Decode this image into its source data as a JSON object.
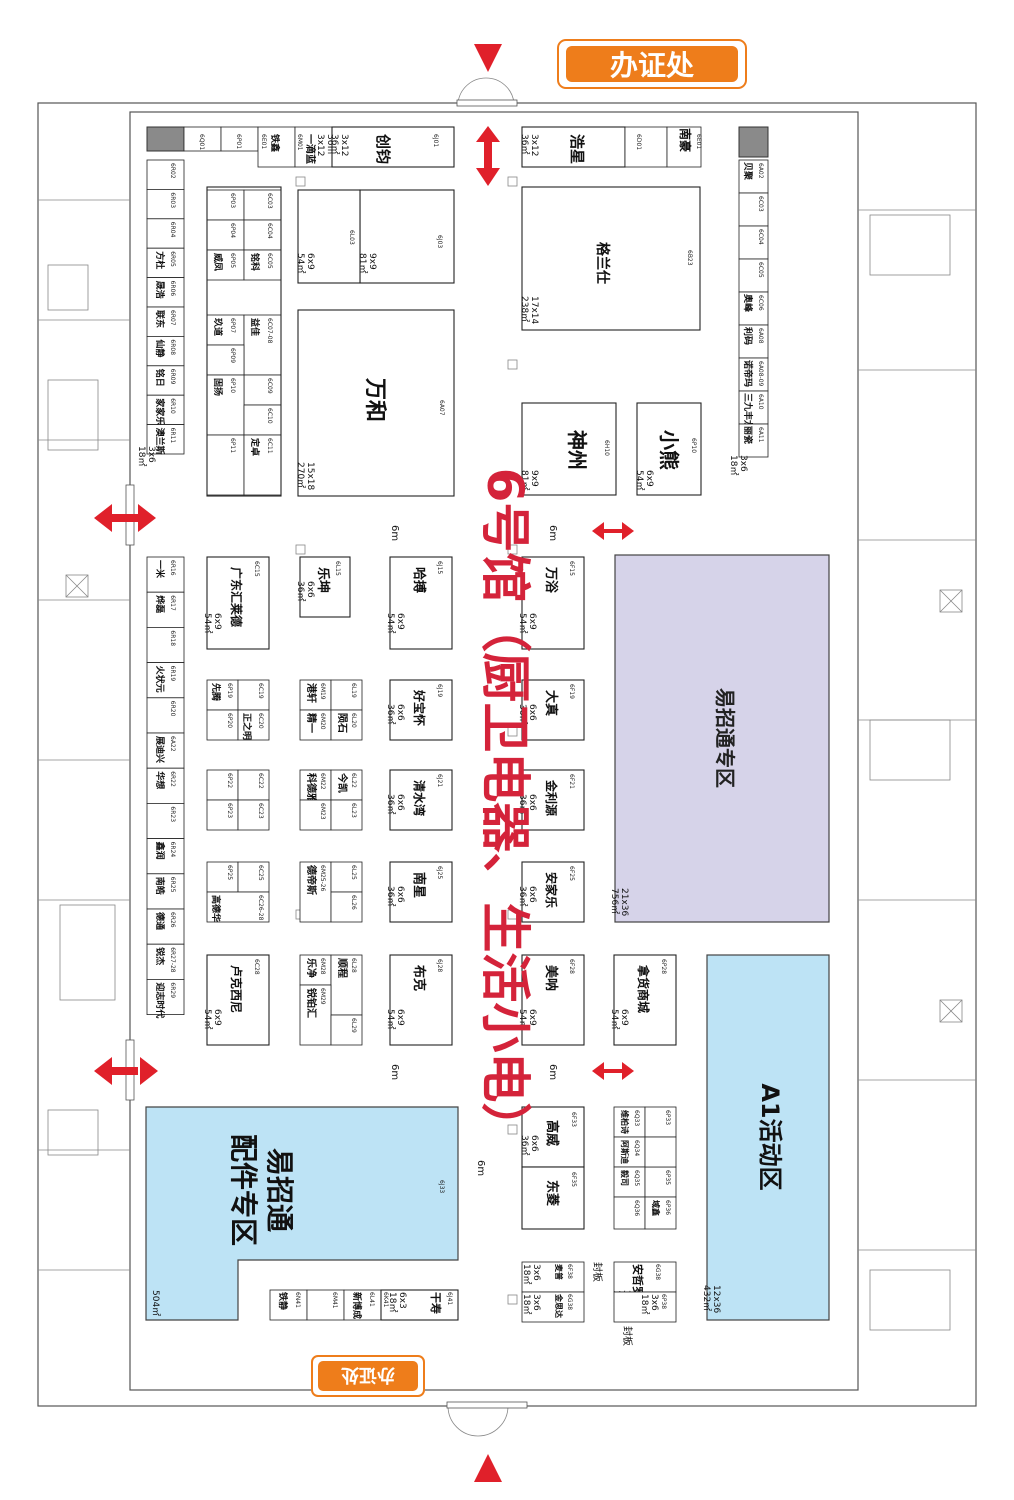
{
  "hall_title": "6号馆（厨卫电器、生活小电）",
  "permit_office_top": "办证处",
  "permit_office_bottom": "办证处",
  "corridor_width": "6m",
  "colors": {
    "title_red": "#d4233a",
    "arrow_red": "#e0202a",
    "permit_orange": "#ee7d1b",
    "purple_zone": "#d6d3e9",
    "blue_zone": "#bde3f5",
    "wall": "#555555"
  },
  "zones": {
    "yizhaotong": {
      "name": "易招通专区",
      "size": "21x36",
      "area": "756㎡"
    },
    "activity": {
      "name": "A1活动区",
      "size": "12x36",
      "area": "432㎡"
    },
    "parts": {
      "name_line1": "易招通",
      "name_line2": "配件专区",
      "code": "6J33",
      "area": "504㎡"
    }
  },
  "booths": {
    "wanhe": {
      "name": "万和",
      "code": "6A07",
      "size": "15x18",
      "area": "270㎡"
    },
    "gelanshi": {
      "name": "格兰仕",
      "code": "6B23",
      "size": "17x14",
      "area": "238㎡"
    },
    "shenzhou": {
      "name": "神州",
      "code": "6H10",
      "size": "9x9",
      "area": "81㎡"
    },
    "xiaoxiong": {
      "name": "小熊",
      "code": "6P10",
      "size": "6x9",
      "area": "54㎡"
    },
    "chuangjun": {
      "name": "创钧",
      "code": "6J01",
      "size": "3x12",
      "area": "36㎡"
    },
    "haoxing": {
      "name": "浩星",
      "code": "6D01",
      "size": "3x12",
      "area": "36㎡"
    },
    "b1": {
      "name": "9x9",
      "code": "6J03",
      "area": "81㎡"
    },
    "b2": {
      "code": "6L03",
      "size": "6x9",
      "area": "54㎡"
    },
    "lekun": {
      "name": "乐坤",
      "code": "6L15",
      "size": "6x6",
      "area": "36㎡"
    },
    "hasheng": {
      "name": "哈搏",
      "code": "6J15",
      "size": "6x9",
      "area": "54㎡"
    },
    "wanyu": {
      "name": "万浴",
      "code": "6F15",
      "size": "6x9",
      "area": "54㎡"
    },
    "guangdong": {
      "name": "广东汇莱德",
      "code": "6C15",
      "size": "6x9",
      "area": "54㎡"
    },
    "haobao": {
      "name": "好宝怀",
      "code": "6J19",
      "size": "6x6",
      "area": "36㎡"
    },
    "dazhen": {
      "name": "大真",
      "code": "6F19",
      "size": "6x6",
      "area": "36㎡"
    },
    "qingshuiwan": {
      "name": "清水湾",
      "code": "6J21",
      "size": "6x6",
      "area": "36㎡"
    },
    "jinliyuan": {
      "name": "金利源",
      "code": "6F21",
      "size": "6x6",
      "area": "36㎡"
    },
    "nanxing": {
      "name": "南星",
      "code": "6J25",
      "size": "6x6",
      "area": "36㎡"
    },
    "anjiale": {
      "name": "安家乐",
      "code": "6F25",
      "size": "6x6",
      "area": "36㎡"
    },
    "buke": {
      "name": "布克",
      "code": "6J28",
      "size": "6x9",
      "area": "54㎡"
    },
    "meina": {
      "name": "美呐",
      "code": "6F28",
      "size": "6x9",
      "area": "54㎡"
    },
    "nahuo": {
      "name": "拿货商城",
      "code": "6P28",
      "size": "6x9",
      "area": "54㎡"
    },
    "lukexini": {
      "name": "卢克西尼",
      "code": "6C28",
      "size": "6x9",
      "area": "54㎡"
    },
    "gaowei": {
      "name": "高威",
      "code": "6F33",
      "size": "6x6",
      "area": "36㎡"
    },
    "dongling": {
      "name": "东菱",
      "code": "6F35"
    },
    "anzheluo": {
      "name": "安哲罗",
      "code": "6G38",
      "size": "3x6",
      "area": "18㎡"
    },
    "ganshou": {
      "name": "干寿",
      "code": "6J41",
      "size": "6x3",
      "area": "18㎡"
    }
  },
  "left_strip": [
    {
      "code": "6R02",
      "name": ""
    },
    {
      "code": "6R03",
      "name": ""
    },
    {
      "code": "6R04",
      "name": ""
    },
    {
      "code": "6R05",
      "name": "方杜"
    },
    {
      "code": "6R06",
      "name": "晟浩"
    },
    {
      "code": "6R07",
      "name": "联东"
    },
    {
      "code": "6R08",
      "name": "仙静"
    },
    {
      "code": "6R09",
      "name": "铭日"
    },
    {
      "code": "6R10",
      "name": "家家乐五金"
    },
    {
      "code": "6R11",
      "name": "澳兰斯"
    }
  ],
  "left_strip_size": "3x6",
  "left_strip_area": "18㎡",
  "right_strip": [
    {
      "code": "6A02",
      "name": "贝聚"
    },
    {
      "code": "6C03",
      "name": ""
    },
    {
      "code": "6C04",
      "name": ""
    },
    {
      "code": "6C05",
      "name": ""
    },
    {
      "code": "6C06",
      "name": "奥峰"
    },
    {
      "code": "6A08",
      "name": "利码"
    },
    {
      "code": "6A08-09",
      "name": "诺帝玛"
    },
    {
      "code": "6A10",
      "name": "三九丰龙"
    },
    {
      "code": "6A11",
      "name": "丽瓷"
    }
  ],
  "right_strip_size": "3x6",
  "right_strip_area": "18㎡",
  "left_strip2": [
    {
      "code": "6R16",
      "name": "一米"
    },
    {
      "code": "6R17",
      "name": "烨磊"
    },
    {
      "code": "6R18",
      "name": ""
    },
    {
      "code": "6R19",
      "name": "火状元"
    },
    {
      "code": "6R20",
      "name": ""
    },
    {
      "code": "6A22",
      "name": "展迪兴"
    },
    {
      "code": "6R22",
      "name": "华想"
    },
    {
      "code": "6R23",
      "name": ""
    },
    {
      "code": "6R24",
      "name": "鑫润"
    },
    {
      "code": "6R25",
      "name": "南皓"
    },
    {
      "code": "6R26",
      "name": "德通"
    },
    {
      "code": "6R27-28",
      "name": "锐杰"
    },
    {
      "code": "6R29",
      "name": "迎志时代"
    }
  ],
  "top_small": {
    "c1": {
      "code": "6Q01"
    },
    "c2": {
      "code": "6P01"
    },
    "c3": {
      "code": "6E01",
      "name": "铁鑫"
    },
    "c4": {
      "code": "6M01",
      "name": "一滴蓝",
      "size": "3x12",
      "area": "36㎡"
    },
    "c5": {
      "code": "6E01",
      "name": "南豪"
    },
    "c6": {
      "code": "6D01"
    }
  },
  "mid_cells": [
    {
      "code": "6P03"
    },
    {
      "code": "6C03"
    },
    {
      "code": "6P04"
    },
    {
      "code": "6C04"
    },
    {
      "code": "6P05",
      "name": "威凤"
    },
    {
      "code": "6C05",
      "name": "铭科"
    },
    {
      "code": "6P07",
      "name": "玖道"
    },
    {
      "code": "6C07-08",
      "name": "益佳"
    },
    {
      "code": "6P09"
    },
    {
      "code": "6C09"
    },
    {
      "code": "6P10",
      "name": "固扬"
    },
    {
      "code": "6C10"
    },
    {
      "code": "6P11"
    },
    {
      "code": "6C11",
      "name": "定卓"
    }
  ],
  "mid2_cells": [
    {
      "code": "6P19",
      "name": "先腾"
    },
    {
      "code": "6C19"
    },
    {
      "code": "6P20"
    },
    {
      "code": "6C20",
      "name": "正之明"
    },
    {
      "code": "6P22"
    },
    {
      "code": "6C22"
    },
    {
      "code": "6P23"
    },
    {
      "code": "6C23"
    },
    {
      "code": "6P25"
    },
    {
      "code": "6C25"
    },
    {
      "code": "6C26-28",
      "name": "高德华"
    }
  ],
  "mid3_cells": [
    {
      "code": "6M19",
      "name": "港轩"
    },
    {
      "code": "6L19"
    },
    {
      "code": "6M20",
      "name": "精一"
    },
    {
      "code": "6L20",
      "name": "陨石"
    },
    {
      "code": "6M22",
      "name": "科德雅"
    },
    {
      "code": "6L22",
      "name": "今凯"
    },
    {
      "code": "6M23"
    },
    {
      "code": "6L23"
    },
    {
      "code": "6M25-26",
      "name": "德帝斯"
    },
    {
      "code": "6L25"
    },
    {
      "code": "6L26"
    },
    {
      "code": "6M28",
      "name": "乐净"
    },
    {
      "code": "6L28",
      "name": "顺程"
    },
    {
      "code": "6M29",
      "name": "锐铂汇"
    },
    {
      "code": "6L29"
    }
  ],
  "bottom_cells": {
    "c1": {
      "code": "6Q33",
      "name": "维柏诗"
    },
    "c2": {
      "code": "6P33"
    },
    "c3": {
      "code": "6Q34",
      "name": "阿斯迪"
    },
    "c4": {
      "code": "6Q35",
      "name": "毅司"
    },
    "c5": {
      "code": "6P35"
    },
    "c6": {
      "code": "6Q36"
    },
    "c7": {
      "code": "6P36",
      "name": "域鑫"
    },
    "f1": {
      "code": "6F38",
      "name": "麦普",
      "size": "3x6",
      "area": "18㎡"
    },
    "f2": {
      "code": "6G38",
      "name": "金思达",
      "size": "3x6",
      "area": "18㎡"
    },
    "p1": {
      "code": "6P38",
      "size": "3x6",
      "area": "18㎡"
    },
    "m1": {
      "code": "6N41",
      "name": "铁静"
    },
    "m2": {
      "code": "6M41"
    },
    "m3": {
      "code": "6L41",
      "name": "新博成"
    },
    "m4": {
      "code": "6K41",
      "size": "6x3",
      "area": "18㎡"
    }
  },
  "sealed_label": "封板"
}
